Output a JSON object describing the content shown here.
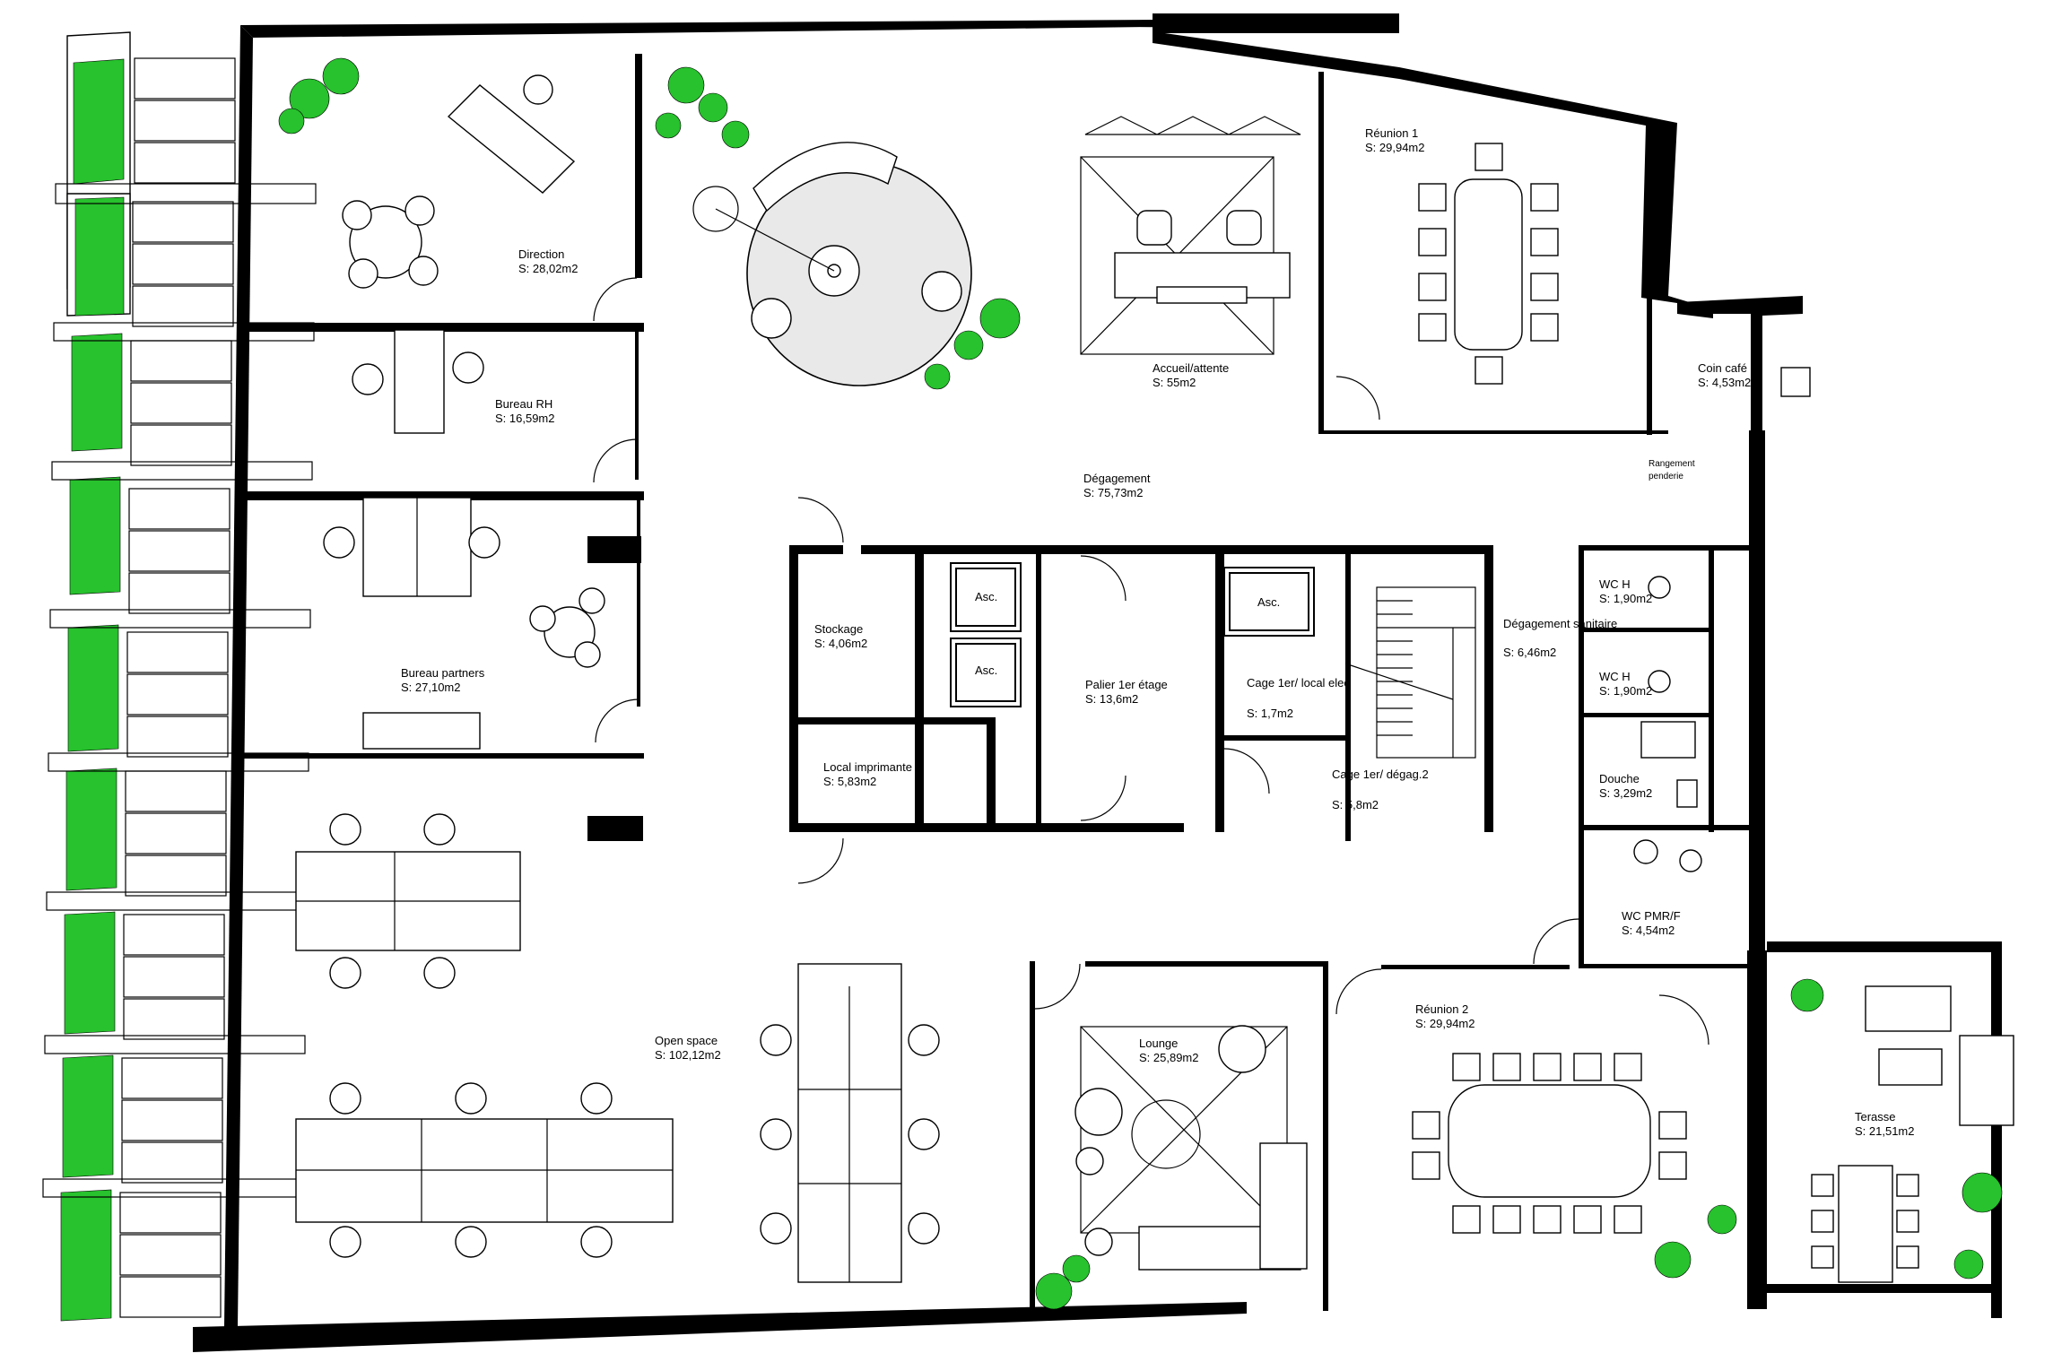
{
  "rooms": [
    {
      "id": "direction",
      "name": "Direction",
      "area": "S: 28,02m2"
    },
    {
      "id": "bureau-rh",
      "name": "Bureau RH",
      "area": "S: 16,59m2"
    },
    {
      "id": "bureau-partners",
      "name": "Bureau partners",
      "area": "S: 27,10m2"
    },
    {
      "id": "open-space",
      "name": "Open space",
      "area": "S: 102,12m2"
    },
    {
      "id": "accueil",
      "name": "Accueil/attente",
      "area": "S: 55m2"
    },
    {
      "id": "reunion-1",
      "name": "Réunion 1",
      "area": "S: 29,94m2"
    },
    {
      "id": "coin-cafe",
      "name": "Coin café",
      "area": "S: 4,53m2"
    },
    {
      "id": "degagement",
      "name": "Dégagement",
      "area": "S: 75,73m2"
    },
    {
      "id": "stockage",
      "name": "Stockage",
      "area": "S: 4,06m2"
    },
    {
      "id": "local-imprimante",
      "name": "Local imprimante",
      "area": "S: 5,83m2"
    },
    {
      "id": "palier",
      "name": "Palier 1er étage",
      "area": "S: 13,6m2"
    },
    {
      "id": "cage-elec",
      "name": "Cage 1er/ local elec",
      "area": "S: 1,7m2"
    },
    {
      "id": "cage-degag",
      "name": "Cage 1er/ dégag.2",
      "area": "S: 5,8m2"
    },
    {
      "id": "degagement-sanitaire",
      "name": "Dégagement sanitaire",
      "area": "S: 6,46m2"
    },
    {
      "id": "wc-h-1",
      "name": "WC H",
      "area": "S: 1,90m2"
    },
    {
      "id": "wc-h-2",
      "name": "WC H",
      "area": "S: 1,90m2"
    },
    {
      "id": "douche",
      "name": "Douche",
      "area": "S: 3,29m2"
    },
    {
      "id": "wc-pmr",
      "name": "WC PMR/F",
      "area": "S: 4,54m2"
    },
    {
      "id": "lounge",
      "name": "Lounge",
      "area": "S: 25,89m2"
    },
    {
      "id": "reunion-2",
      "name": "Réunion 2",
      "area": "S: 29,94m2"
    },
    {
      "id": "terasse",
      "name": "Terasse",
      "area": "S: 21,51m2"
    }
  ],
  "labels": {
    "asc": "Asc.",
    "rangement_line1": "Rangement",
    "rangement_line2": "penderie"
  },
  "colors": {
    "wall": "#000000",
    "plant": "#27c22d",
    "floor": "#ffffff"
  }
}
